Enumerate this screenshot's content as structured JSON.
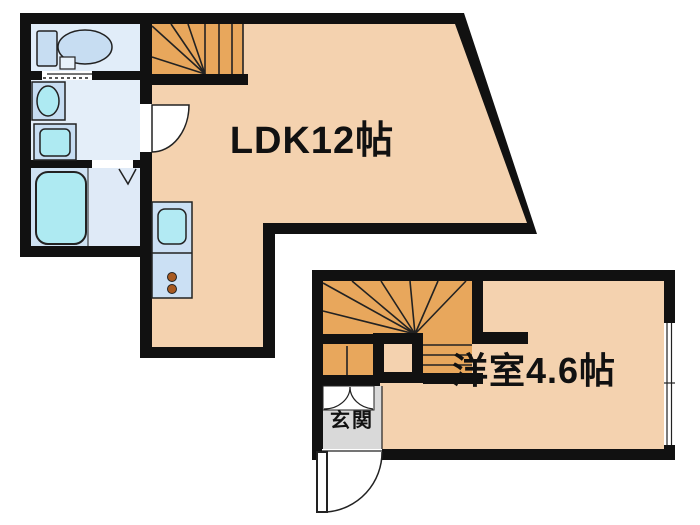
{
  "plan": {
    "labels": {
      "ldk": "LDK12帖",
      "western_room": "洋室4.6帖",
      "entrance": "玄関"
    },
    "icons": [
      "toilet-icon",
      "sink-icon",
      "washing-machine-pan-icon",
      "bathtub-icon",
      "kitchen-counter-icon",
      "stove-burners-icon",
      "staircase-upper-icon",
      "staircase-lower-icon",
      "door-swing-icon",
      "double-door-icon",
      "sliding-door-icon",
      "entrance-door-icon",
      "window-icon"
    ],
    "colors": {
      "background": "#ffffff",
      "wall": "#111111",
      "floor": "#f4d2af",
      "stairs": "#e8a75c",
      "genkan": "#d9d9d9",
      "toilet_floor": "#e1edf9",
      "washroom_floor": "#e4eef9",
      "bathroom_floor": "#cfe2f3",
      "bathroom_floor_light": "#dfeaf7",
      "fixture": "#c7ddf2",
      "water": "#aeeaf2",
      "kitchen_counter": "#cbe0f4",
      "kitchen_sink": "#b2eaf3",
      "burner": "#a85a20",
      "line": "#222222"
    }
  }
}
